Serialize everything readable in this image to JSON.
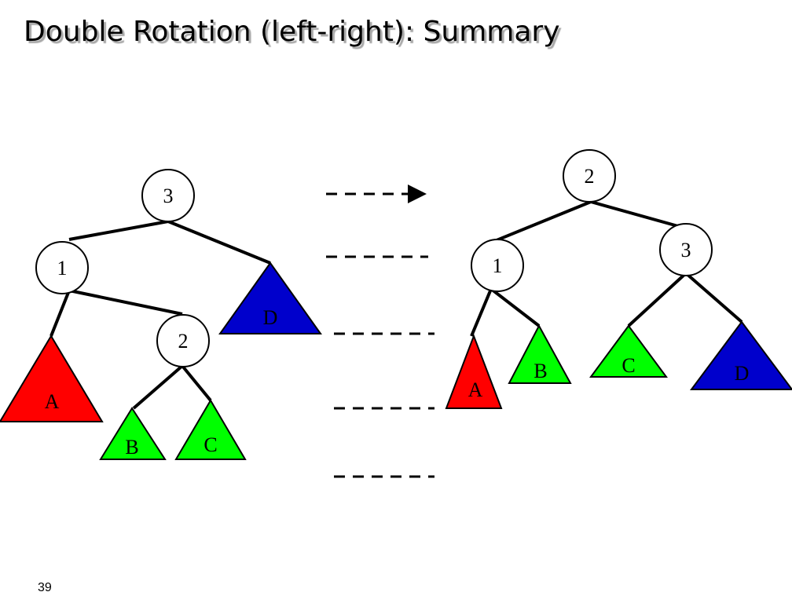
{
  "title": "Double Rotation (left-right): Summary",
  "slide_number": "39",
  "colors": {
    "red": "#ff0000",
    "green": "#00ff00",
    "blue": "#0000cc"
  },
  "before_tree": {
    "nodes": [
      "3",
      "1",
      "2"
    ],
    "subtrees": [
      "A",
      "B",
      "C",
      "D"
    ]
  },
  "after_tree": {
    "nodes": [
      "2",
      "1",
      "3"
    ],
    "subtrees": [
      "A",
      "B",
      "C",
      "D"
    ]
  }
}
